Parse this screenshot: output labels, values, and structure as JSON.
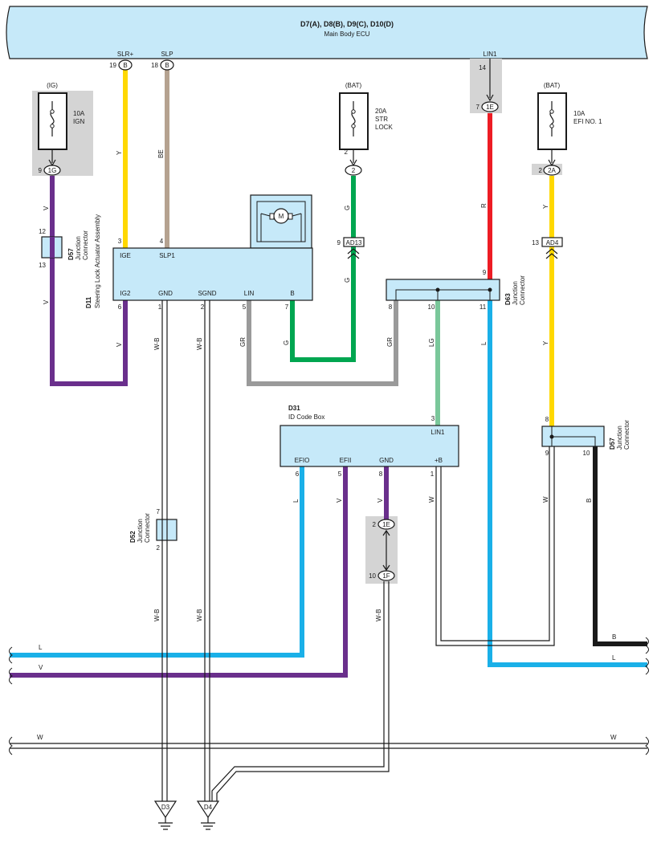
{
  "ecu": {
    "title": "D7(A), D8(B), D9(C), D10(D)",
    "subtitle": "Main Body ECU"
  },
  "ecu_pins": {
    "slr_label": "SLR+",
    "slr_num": "19",
    "slr_conn": "B",
    "slp_label": "SLP",
    "slp_num": "18",
    "slp_conn": "B",
    "lin1_label": "LIN1",
    "lin1_num": "14"
  },
  "fuse_ign": {
    "source": "(IG)",
    "rating": "10A",
    "name": "IGN",
    "pin": "9",
    "conn": "1G"
  },
  "fuse_str": {
    "source": "(BAT)",
    "rating": "20A",
    "name1": "STR",
    "name2": "LOCK",
    "pin": "2",
    "conn": "2"
  },
  "fuse_efi": {
    "source": "(BAT)",
    "rating": "10A",
    "name": "EFI NO. 1",
    "pin": "2",
    "conn": "2A"
  },
  "lin_joint": {
    "pin": "7",
    "conn": "1E"
  },
  "junction_d57_left": {
    "ref": "D57",
    "line1": "Junction",
    "line2": "Connector",
    "pin_top": "12",
    "pin_bottom": "13"
  },
  "actuator": {
    "ref": "D11",
    "name": "Steering Lock Actuator Assembly",
    "motor": "M",
    "pins": {
      "ige": "IGE",
      "slp1": "SLP1",
      "ig2": "IG2",
      "gnd": "GND",
      "sgnd": "SGND",
      "lin": "LIN",
      "b": "B"
    },
    "pin_nums": {
      "ige": "3",
      "slp1": "4",
      "ig2": "6",
      "gnd": "1",
      "sgnd": "2",
      "lin": "5",
      "b": "7"
    }
  },
  "connector_ad13": {
    "pin": "9",
    "name": "AD13"
  },
  "connector_ad4": {
    "pin": "13",
    "name": "AD4"
  },
  "junction_d63": {
    "ref": "D63",
    "line1": "Junction",
    "line2": "Connector",
    "pins": {
      "top": "9",
      "left": "8",
      "mid": "10",
      "right": "11"
    }
  },
  "junction_d57_right": {
    "ref": "D57",
    "line1": "Junction",
    "line2": "Connector",
    "pins": {
      "top": "8",
      "left": "9",
      "right": "10"
    }
  },
  "junction_d52": {
    "ref": "D52",
    "line1": "Junction",
    "line2": "Connector",
    "pin_top": "7",
    "pin_bottom": "2"
  },
  "id_code_box": {
    "ref": "D31",
    "name": "ID Code Box",
    "lin1": "LIN1",
    "lin1_num": "3",
    "pins": {
      "efio": "EFIO",
      "efii": "EFII",
      "gnd": "GND",
      "b": "+B"
    },
    "pin_nums": {
      "efio": "6",
      "efii": "5",
      "gnd": "8",
      "b": "1"
    }
  },
  "connector_1e_1f": {
    "top_pin": "2",
    "top_conn": "1E",
    "bottom_pin": "10",
    "bottom_conn": "1F"
  },
  "grounds": {
    "d3": "D3",
    "d4": "D4"
  },
  "wire_codes": {
    "y": "Y",
    "be": "BE",
    "v": "V",
    "g": "G",
    "r": "R",
    "gr": "GR",
    "lg": "LG",
    "l": "L",
    "w": "W",
    "b": "B",
    "wb": "W-B"
  },
  "colors": {
    "ecu_fill": "#c6e9f9",
    "box_fill": "#c6e9f9",
    "yellow": "#ffd800",
    "beige": "#b5a290",
    "violet": "#6a2f8c",
    "green": "#00a650",
    "red": "#ed1c24",
    "gray": "#9a9a9a",
    "light_green": "#7ac79a",
    "blue": "#1ab0e8",
    "black": "#1a1a1a",
    "shade": "#d4d4d4"
  }
}
